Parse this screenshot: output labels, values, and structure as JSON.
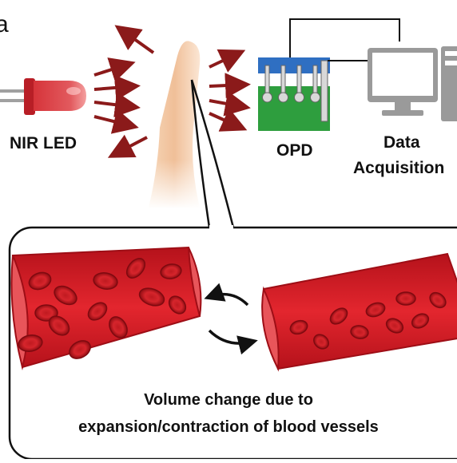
{
  "panel_letter": "a",
  "labels": {
    "led": "NIR LED",
    "opd": "OPD",
    "daq_line1": "Data",
    "daq_line2": "Acquisition"
  },
  "caption": {
    "line1": "Volume change due to",
    "line2": "expansion/contraction of blood vessels"
  },
  "colors": {
    "arrow_red": "#8b1a1a",
    "led_red": "#c8232c",
    "opd_green": "#2e9e3e",
    "opd_blue": "#2f6fc2",
    "monitor_gray": "#9a9a9a",
    "vessel_red": "#d42028",
    "blood_cell": "#b0121a",
    "skin": "#f3c9a6"
  },
  "icons": [
    "led-icon",
    "finger-icon",
    "opd-sensor-icon",
    "computer-monitor-icon",
    "computer-tower-icon",
    "cycle-arrows-icon"
  ]
}
